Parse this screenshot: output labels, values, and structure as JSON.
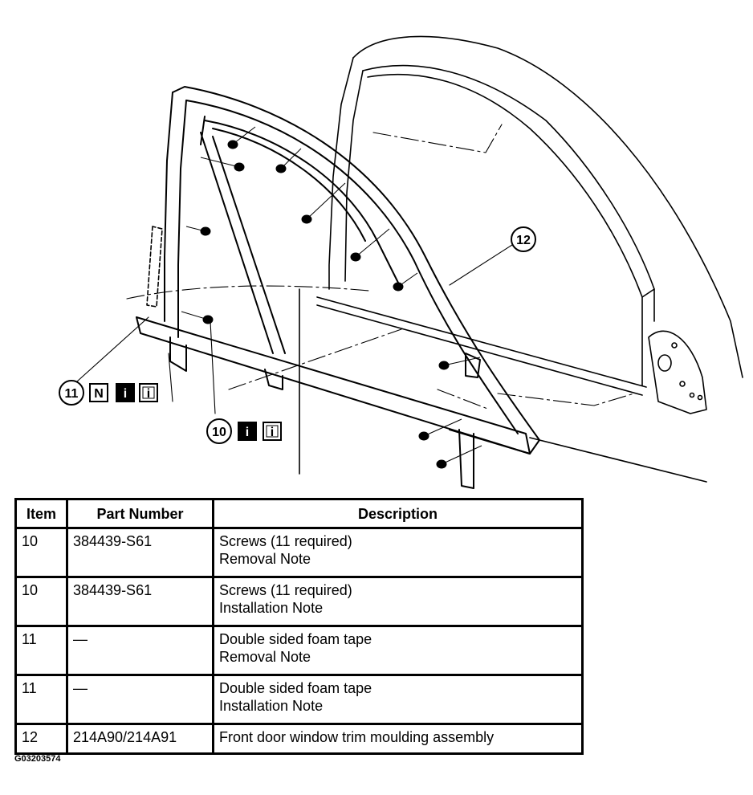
{
  "diagram": {
    "callouts": [
      {
        "id": "10",
        "label": "10",
        "badges": [
          "i-filled",
          "i-outline"
        ]
      },
      {
        "id": "11",
        "label": "11",
        "badges": [
          "N",
          "i-filled",
          "i-outline"
        ]
      },
      {
        "id": "12",
        "label": "12",
        "badges": []
      }
    ],
    "badge_glyphs": {
      "N": "N",
      "i-filled": "i",
      "i-outline": "i"
    }
  },
  "table": {
    "headers": {
      "item": "Item",
      "part_number": "Part Number",
      "description": "Description"
    },
    "rows": [
      {
        "item": "10",
        "part_number": "384439-S61",
        "description": "Screws (11 required)",
        "note": "Removal Note"
      },
      {
        "item": "10",
        "part_number": "384439-S61",
        "description": "Screws (11 required)",
        "note": "Installation Note"
      },
      {
        "item": "11",
        "part_number": "—",
        "description": "Double sided foam tape",
        "note": "Removal Note"
      },
      {
        "item": "11",
        "part_number": "—",
        "description": "Double sided foam tape",
        "note": "Installation Note"
      },
      {
        "item": "12",
        "part_number": "214A90/214A91",
        "description": "Front door window trim moulding assembly",
        "note": ""
      }
    ]
  },
  "figure_code": "G03203574"
}
